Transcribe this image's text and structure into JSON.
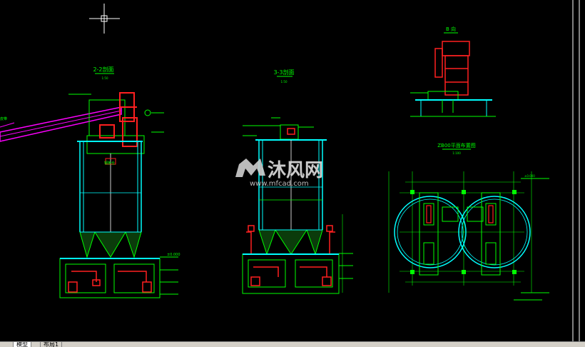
{
  "drawing": {
    "section_22": {
      "title": "2-2剖面",
      "scale": "1:50"
    },
    "section_33": {
      "title": "3-3剖面",
      "scale": "1:50"
    },
    "elevation_b": {
      "title": "B 向"
    },
    "plan": {
      "title": "ZB00平面布置图",
      "scale": "1:100"
    },
    "watermark": {
      "brand": "沐风网",
      "url": "www.mfcad.com"
    }
  },
  "tabs": {
    "model": "模型",
    "layout": "布局1"
  },
  "colors": {
    "background": "#000000",
    "green": "#00ff00",
    "cyan": "#00ffff",
    "red": "#ff2020",
    "magenta": "#ff00ff",
    "white": "#ffffff",
    "yellow": "#ffff00"
  }
}
